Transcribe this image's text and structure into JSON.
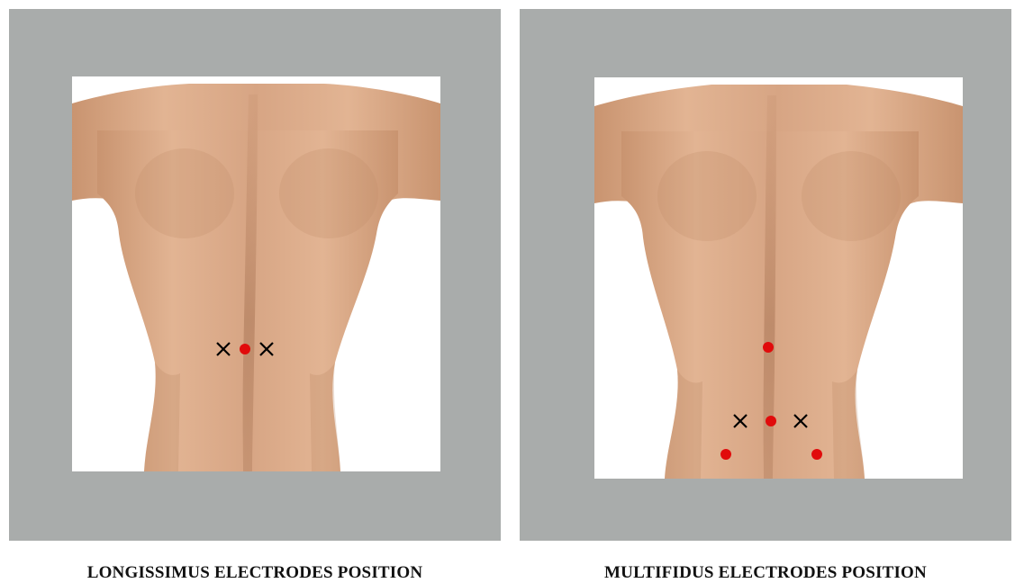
{
  "colors": {
    "panel_frame": "#a9acab",
    "electrode_dot": "#e10b0b",
    "electrode_cross": "#000000",
    "skin": "#d9a987"
  },
  "panels": [
    {
      "caption": "LONGISSIMUS ELECTRODES POSITION",
      "electrodes": {
        "red_dots": 1,
        "black_crosses": 2
      }
    },
    {
      "caption": "MULTIFIDUS ELECTRODES POSITION",
      "electrodes": {
        "red_dots": 4,
        "black_crosses": 2
      }
    }
  ]
}
